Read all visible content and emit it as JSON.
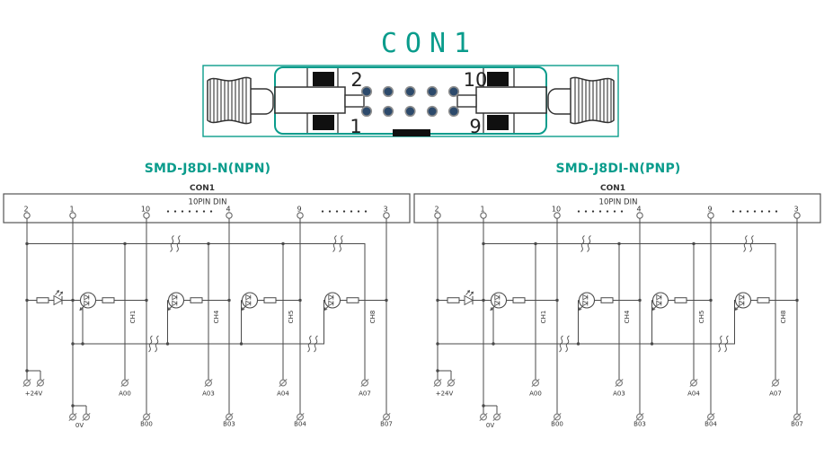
{
  "colors": {
    "teal": "#0a9c8c",
    "line": "#4a4a4a",
    "text": "#333333",
    "black": "#101010",
    "pin_dot_fill": "#2d4a6b",
    "pin_dot_stroke": "#8f8f8f"
  },
  "connector": {
    "title": "CON1",
    "top_left_pin": "2",
    "bottom_left_pin": "1",
    "top_right_pin": "10",
    "bottom_right_pin": "9",
    "pin_rows": 2,
    "pin_cols": 5
  },
  "schematics": [
    {
      "variant": "npn",
      "title": "SMD-J8DI-N(NPN)",
      "connector_label": "CON1",
      "connector_type": "10PIN DIN",
      "header_pins": [
        "2",
        "1",
        "10",
        "4",
        "9",
        "3"
      ],
      "channels": [
        "CH1",
        "CH4",
        "CH5",
        "CH8"
      ],
      "terminals": {
        "power_positive": "+24V",
        "power_negative": "0V",
        "row_a": [
          "A00",
          "A03",
          "A04",
          "A07"
        ],
        "row_b": [
          "B00",
          "B03",
          "B04",
          "B07"
        ]
      }
    },
    {
      "variant": "pnp",
      "title": "SMD-J8DI-N(PNP)",
      "connector_label": "CON1",
      "connector_type": "10PIN DIN",
      "header_pins": [
        "2",
        "1",
        "10",
        "4",
        "9",
        "3"
      ],
      "channels": [
        "CH1",
        "CH4",
        "CH5",
        "CH8"
      ],
      "terminals": {
        "power_positive": "+24V",
        "power_negative": "0V",
        "row_a": [
          "A00",
          "A03",
          "A04",
          "A07"
        ],
        "row_b": [
          "B00",
          "B03",
          "B04",
          "B07"
        ]
      }
    }
  ]
}
